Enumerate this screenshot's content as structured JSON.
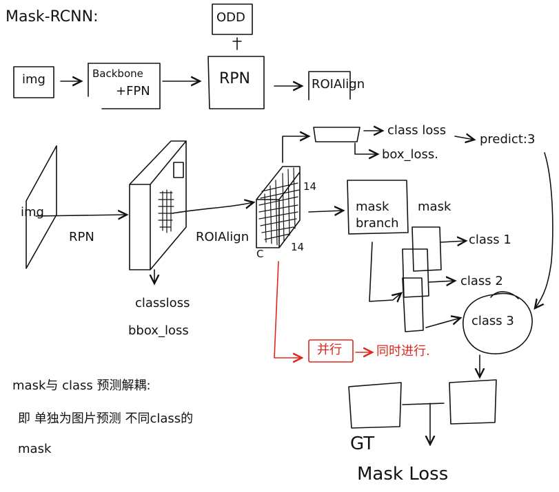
{
  "title": "Mask-RCNN:",
  "pipeline": {
    "img": "img",
    "backbone_line1": "Backbone",
    "backbone_line2": "+FPN",
    "rpn": "RPN",
    "roialign": "ROIAlign",
    "rpn_top": "ODD"
  },
  "detail": {
    "img": "img",
    "rpn": "RPN",
    "roialign": "ROIAlign",
    "size_right": "14",
    "size_bottom": "14",
    "size_left": "C",
    "classloss": "classloss",
    "bbox_loss": "bbox_loss",
    "class_loss": "class loss",
    "box_loss": "box_loss.",
    "predict": "predict:3",
    "mask_branch_line1": "mask",
    "mask_branch_line2": "branch",
    "mask_label": "mask",
    "class1": "class  1",
    "class2": "class  2",
    "class3": "class  3",
    "red_box": "并行",
    "red_tail": "同时进行.",
    "gt": "GT",
    "mask_loss": "Mask Loss"
  },
  "notes": {
    "line1": "mask与 class 预测解耦:",
    "line2": "即 单独为图片预测 不同class的",
    "line3": "mask"
  },
  "colors": {
    "ink": "#111111",
    "red": "#e0251b",
    "background": "#ffffff"
  }
}
